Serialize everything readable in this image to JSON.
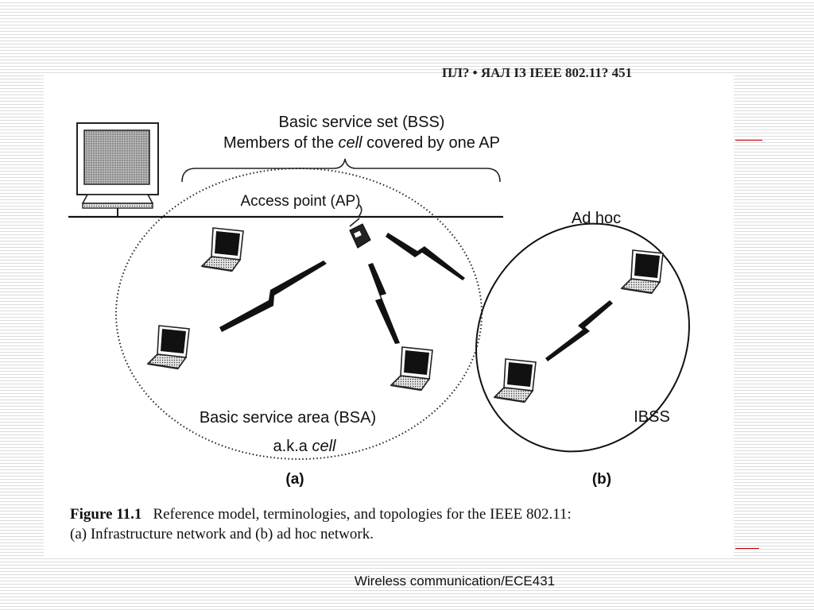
{
  "header": {
    "clipped_text": "ПЛ?  • ЯАЛ  ІЗ ІЕЕЕ 802.11?   451"
  },
  "bss": {
    "title": "Basic service set (BSS)",
    "subtitle_prefix": "Members of the ",
    "subtitle_emph": "cell",
    "subtitle_suffix": " covered by one AP"
  },
  "access_point": {
    "label": "Access point (AP)"
  },
  "bsa": {
    "title": "Basic service area (BSA)",
    "aka_prefix": "a.k.a ",
    "aka_emph": "cell"
  },
  "adhoc": {
    "label": "Ad hoc",
    "ibss": "IBSS"
  },
  "panels": {
    "a": "(a)",
    "b": "(b)"
  },
  "caption": {
    "label": "Figure 11.1",
    "line1": "Reference model, terminologies, and topologies for the IEEE 802.11:",
    "line2": "(a) Infrastructure network and (b) ad hoc network."
  },
  "footer": {
    "text": "Wireless communication/ECE431"
  },
  "colors": {
    "accent": "#c00000",
    "stripe": "#dcdcdc",
    "ink": "#111111"
  }
}
